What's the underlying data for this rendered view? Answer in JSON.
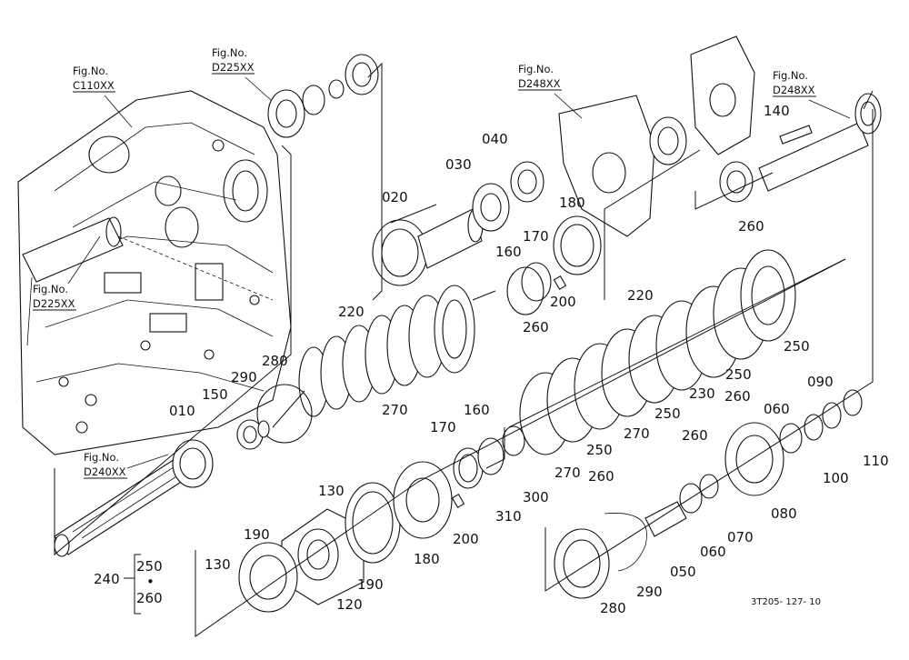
{
  "diagram_code": "3T205- 127- 10",
  "fig_refs": [
    {
      "id": "fig-c110",
      "line1": "Fig.No.",
      "line2": "C110XX"
    },
    {
      "id": "fig-d225-top",
      "line1": "Fig.No.",
      "line2": "D225XX"
    },
    {
      "id": "fig-d225-left",
      "line1": "Fig.No.",
      "line2": "D225XX"
    },
    {
      "id": "fig-d248-mid",
      "line1": "Fig.No.",
      "line2": "D248XX"
    },
    {
      "id": "fig-d248-right",
      "line1": "Fig.No.",
      "line2": "D248XX"
    },
    {
      "id": "fig-d240",
      "line1": "Fig.No.",
      "line2": "D240XX"
    }
  ],
  "callouts": {
    "c010": "010",
    "c020": "020",
    "c030": "030",
    "c040": "040",
    "c050": "050",
    "c060a": "060",
    "c060b": "060",
    "c070": "070",
    "c080": "080",
    "c090": "090",
    "c100": "100",
    "c110": "110",
    "c120": "120",
    "c130a": "130",
    "c130b": "130",
    "c140": "140",
    "c150": "150",
    "c160a": "160",
    "c160b": "160",
    "c170a": "170",
    "c170b": "170",
    "c180a": "180",
    "c180b": "180",
    "c190a": "190",
    "c190b": "190",
    "c200a": "200",
    "c200b": "200",
    "c220a": "220",
    "c220b": "220",
    "c230": "230",
    "c240": "240",
    "c250a": "250",
    "c250b": "250",
    "c250c": "250",
    "c250d": "250",
    "c250e": "250",
    "c260a": "260",
    "c260b": "260",
    "c260c": "260",
    "c260d": "260",
    "c260e": "260",
    "c260f": "260",
    "c270a": "270",
    "c270b": "270",
    "c270c": "270",
    "c280a": "280",
    "c280b": "280",
    "c290a": "290",
    "c290b": "290",
    "c300": "300",
    "c310": "310"
  },
  "kit_bracket": {
    "label": "240",
    "item1": "250",
    "dot": "•",
    "item2": "260"
  }
}
